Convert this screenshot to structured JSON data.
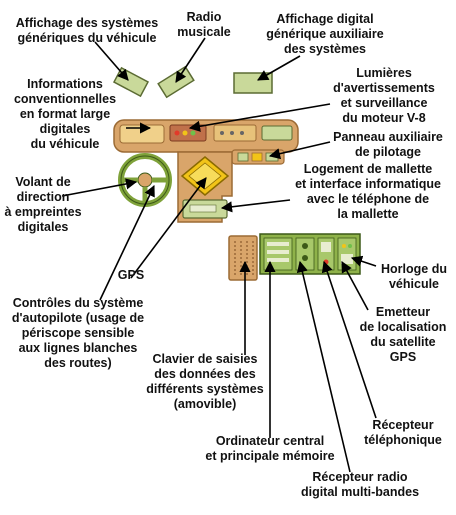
{
  "colors": {
    "panel_body": "#d9a56a",
    "panel_edge": "#9c6b35",
    "screen_green": "#c9d99a",
    "screen_edge": "#5b6b33",
    "gps_yellow": "#f2c418",
    "wheel_green": "#7fa23a",
    "module_green": "#8fb24a",
    "arrow": "#000000",
    "text": "#111111"
  },
  "labels": {
    "affichage_generique": "Affichage des systèmes\ngénériques du véhicule",
    "radio": "Radio\nmusicale",
    "affichage_auxiliaire": "Affichage digital\ngénérique auxiliaire\ndes systèmes",
    "informations": "Informations\nconventionnelles\nen format large\ndigitales\ndu véhicule",
    "lumieres": "Lumières\nd'avertissements\net surveillance\ndu moteur V-8",
    "panneau": "Panneau auxiliaire\nde pilotage",
    "volant": "Volant de\ndirection\nà empreintes\ndigitales",
    "logement": "Logement de mallette\net interface informatique\navec le téléphone de\nla mallette",
    "gps": "GPS",
    "horloge": "Horloge du\nvéhicule",
    "controles": "Contrôles du système\nd'autopilote (usage de\npériscope sensible\naux lignes blanches\ndes routes)",
    "emetteur": "Emetteur\nde localisation\ndu satellite\nGPS",
    "clavier": "Clavier de saisies\ndes données des\ndifférents systèmes\n(amovible)",
    "recepteur_tel": "Récepteur\ntéléphonique",
    "ordinateur": "Ordinateur central\net principale mémoire",
    "recepteur_radio": "Récepteur radio\ndigital multi-bandes"
  }
}
